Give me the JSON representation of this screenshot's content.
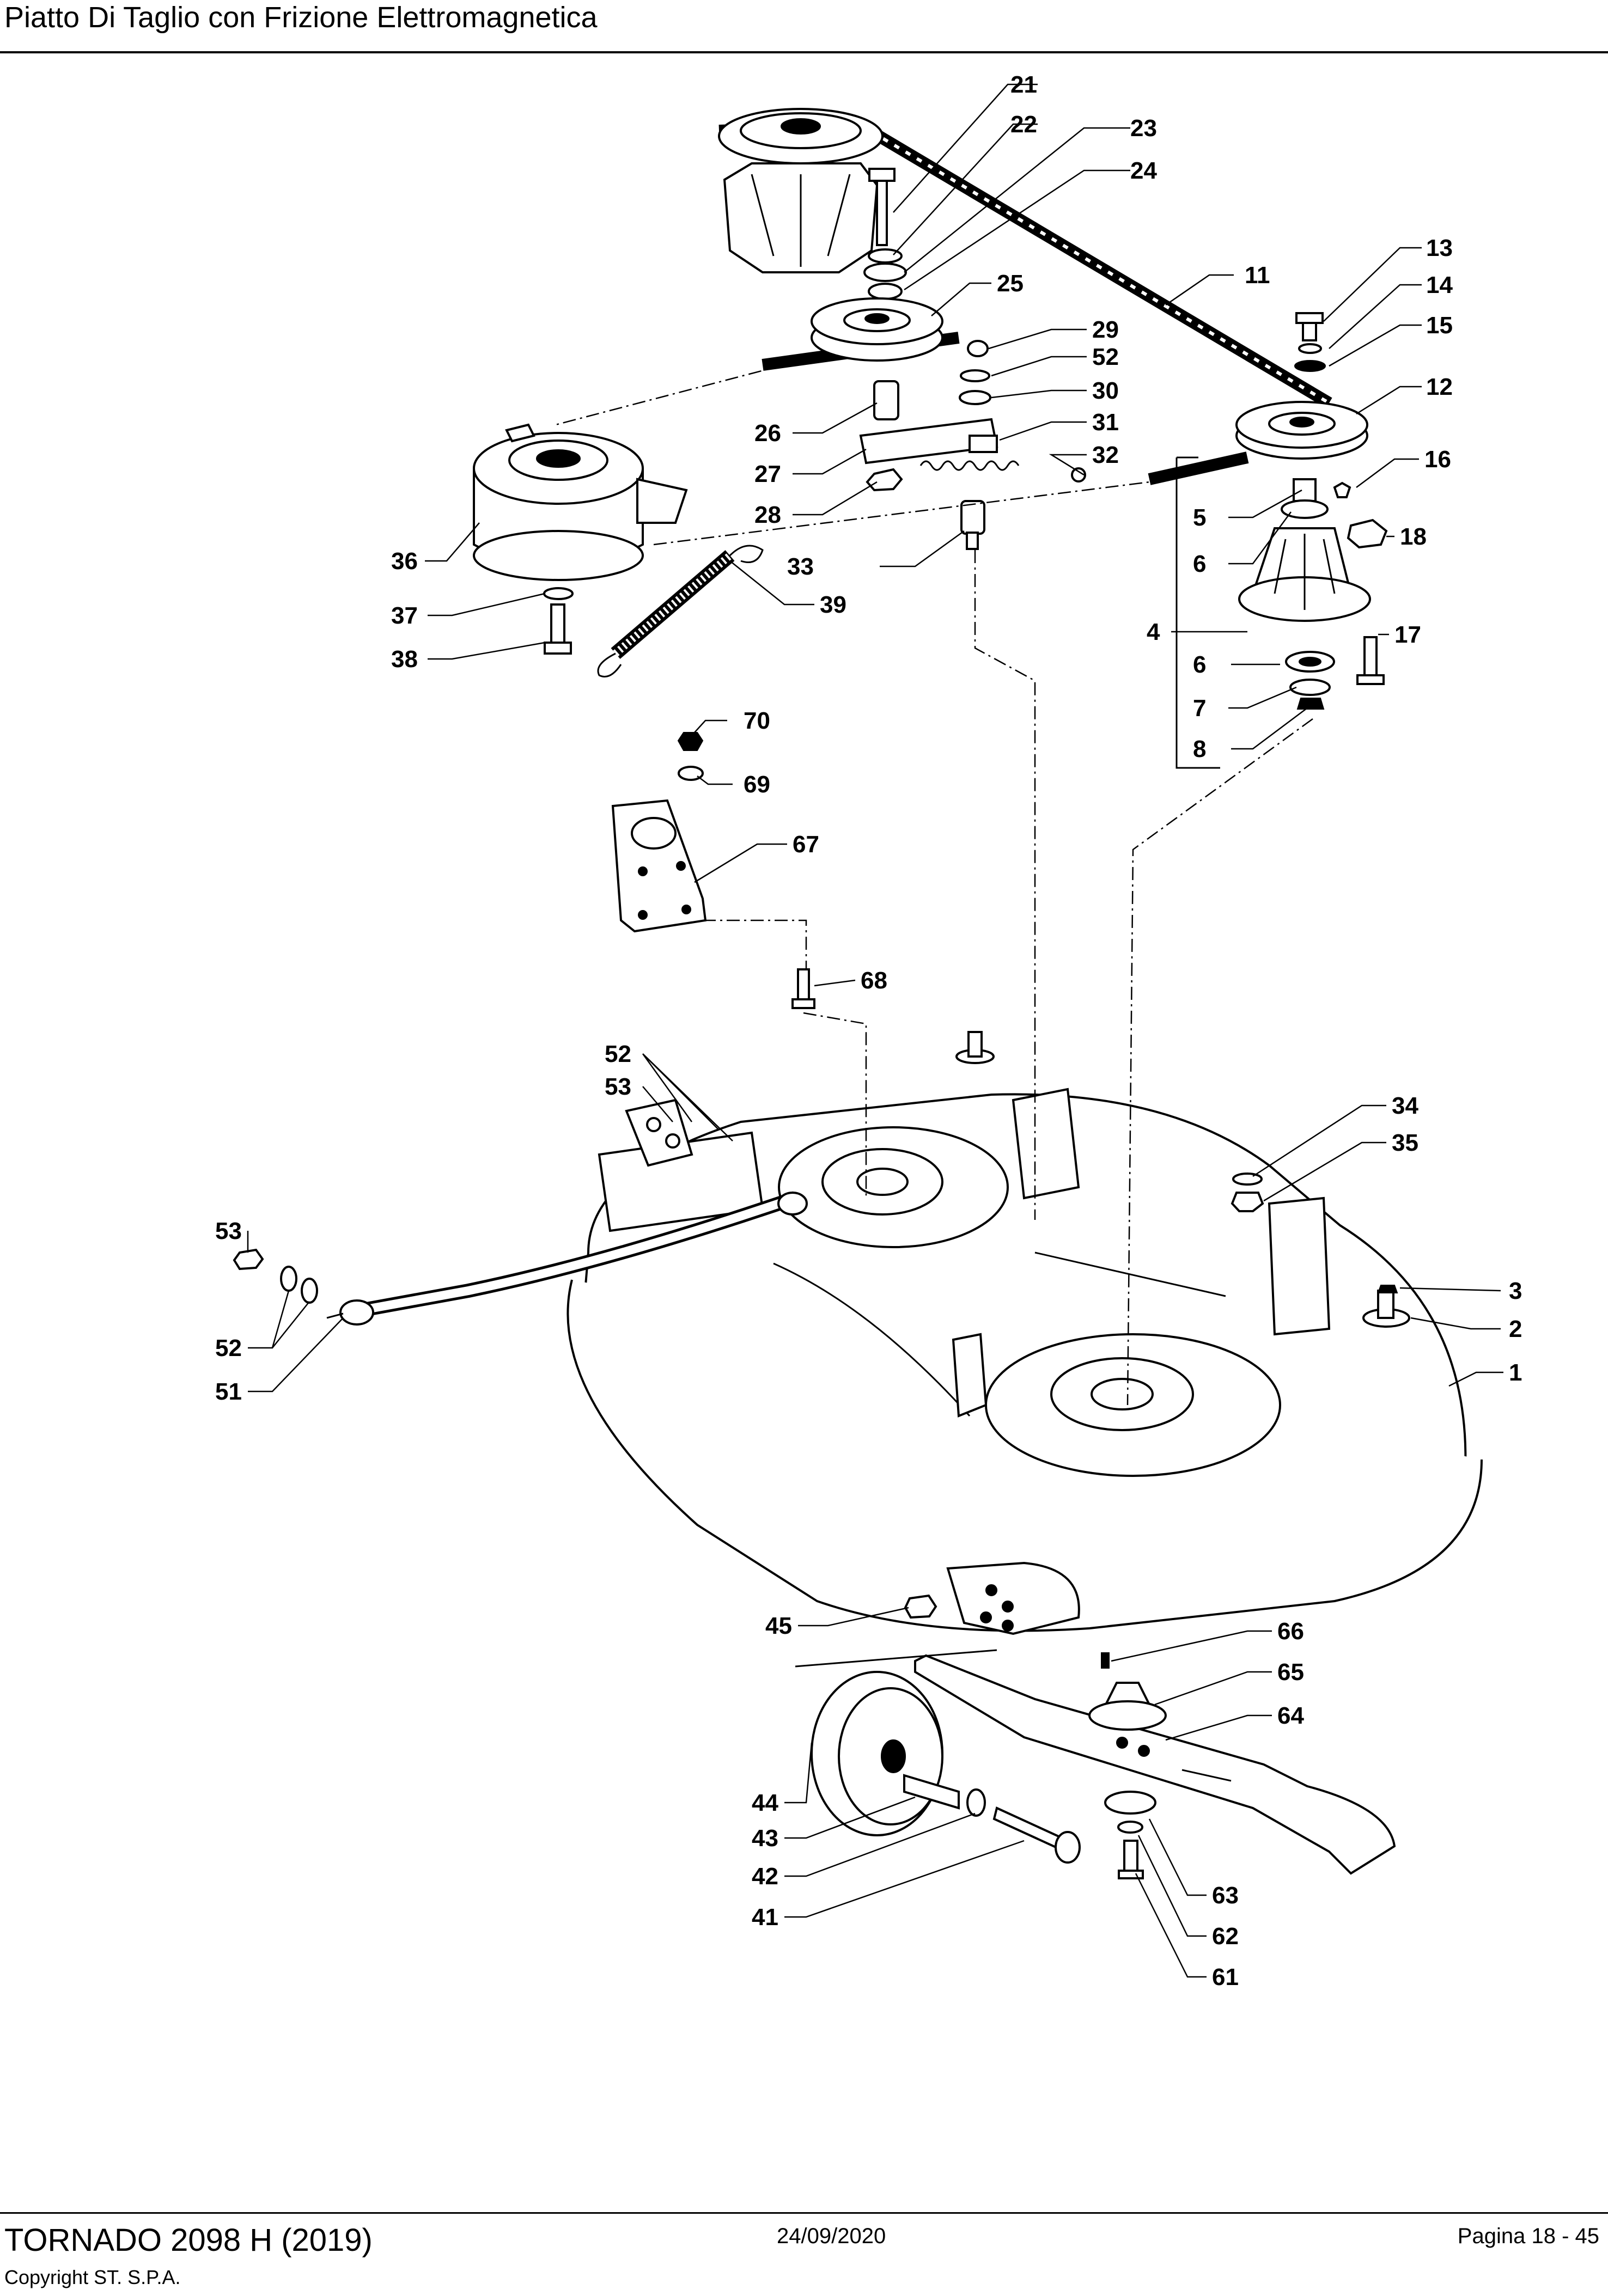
{
  "header": {
    "title": "Piatto Di Taglio con Frizione Elettromagnetica"
  },
  "footer": {
    "model": "TORNADO 2098 H (2019)",
    "date": "24/09/2020",
    "page": "Pagina 18 - 45",
    "copyright": "Copyright ST. S.P.A."
  },
  "callouts": {
    "c21": "21",
    "c22": "22",
    "c23": "23",
    "c24": "24",
    "c25": "25",
    "c11": "11",
    "c13": "13",
    "c14": "14",
    "c15": "15",
    "c12": "12",
    "c16": "16",
    "c18": "18",
    "c5": "5",
    "c6a": "6",
    "c4": "4",
    "c17": "17",
    "c6b": "6",
    "c7": "7",
    "c8": "8",
    "c29": "29",
    "c52a": "52",
    "c30": "30",
    "c31": "31",
    "c32": "32",
    "c26": "26",
    "c27": "27",
    "c28": "28",
    "c33": "33",
    "c36": "36",
    "c37": "37",
    "c38": "38",
    "c39": "39",
    "c70": "70",
    "c69": "69",
    "c67": "67",
    "c68": "68",
    "c52b": "52",
    "c53a": "53",
    "c34": "34",
    "c35": "35",
    "c53b": "53",
    "c52c": "52",
    "c51": "51",
    "c3": "3",
    "c2": "2",
    "c1": "1",
    "c45": "45",
    "c66": "66",
    "c65": "65",
    "c64": "64",
    "c44": "44",
    "c43": "43",
    "c42": "42",
    "c41": "41",
    "c63": "63",
    "c62": "62",
    "c61": "61"
  }
}
